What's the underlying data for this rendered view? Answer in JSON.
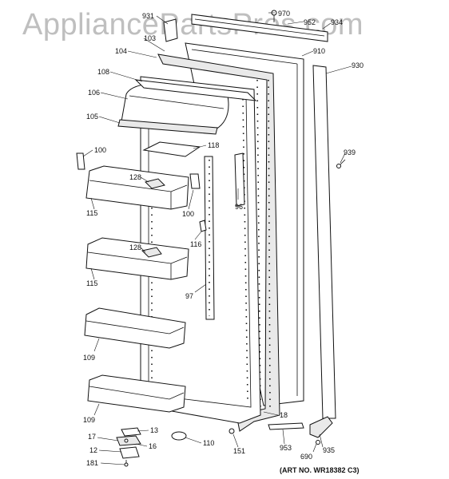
{
  "watermark": "AppliancePartsPros.com",
  "art_number": "(ART NO. WR18382 C3)",
  "part_labels": {
    "p931": "931",
    "p970": "970",
    "p952": "952",
    "p934": "934",
    "p103": "103",
    "p104": "104",
    "p910": "910",
    "p930": "930",
    "p108": "108",
    "p106": "106",
    "p105": "105",
    "p118": "118",
    "p100a": "100",
    "p939": "939",
    "p128a": "128",
    "p115a": "115",
    "p100b": "100",
    "p96": "96",
    "p116": "116",
    "p128b": "128",
    "p115b": "115",
    "p97": "97",
    "p109a": "109",
    "p109b": "109",
    "p18": "18",
    "p13": "13",
    "p17": "17",
    "p16": "16",
    "p110": "110",
    "p151": "151",
    "p953": "953",
    "p935": "935",
    "p12": "12",
    "p181": "181",
    "p690": "690"
  }
}
